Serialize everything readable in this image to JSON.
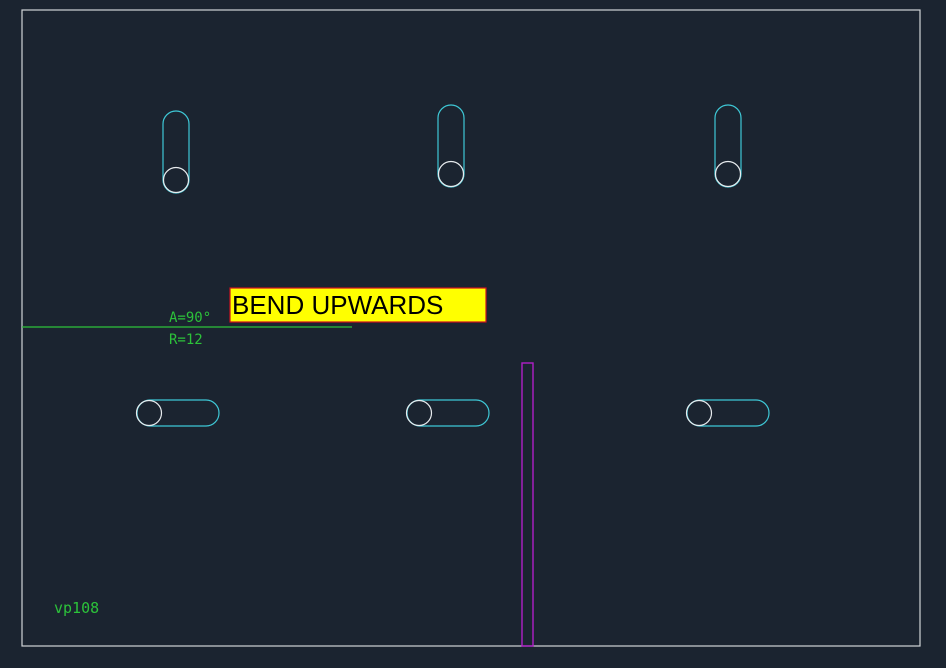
{
  "drawing": {
    "bend_note": "BEND UPWARDS",
    "bend_angle": "A=90°",
    "bend_radius": "R=12",
    "part_id": "vp108"
  },
  "colors": {
    "background": "#1b2430",
    "border": "#d0d4d8",
    "slot_outline": "#3ec8d6",
    "hole_outline": "#e8ecef",
    "bend_line": "#2cc23a",
    "annotation_text": "#2cc23a",
    "note_fill": "#ffff00",
    "note_border": "#cc1020",
    "note_text": "#000000",
    "marker": "#b020c8"
  }
}
